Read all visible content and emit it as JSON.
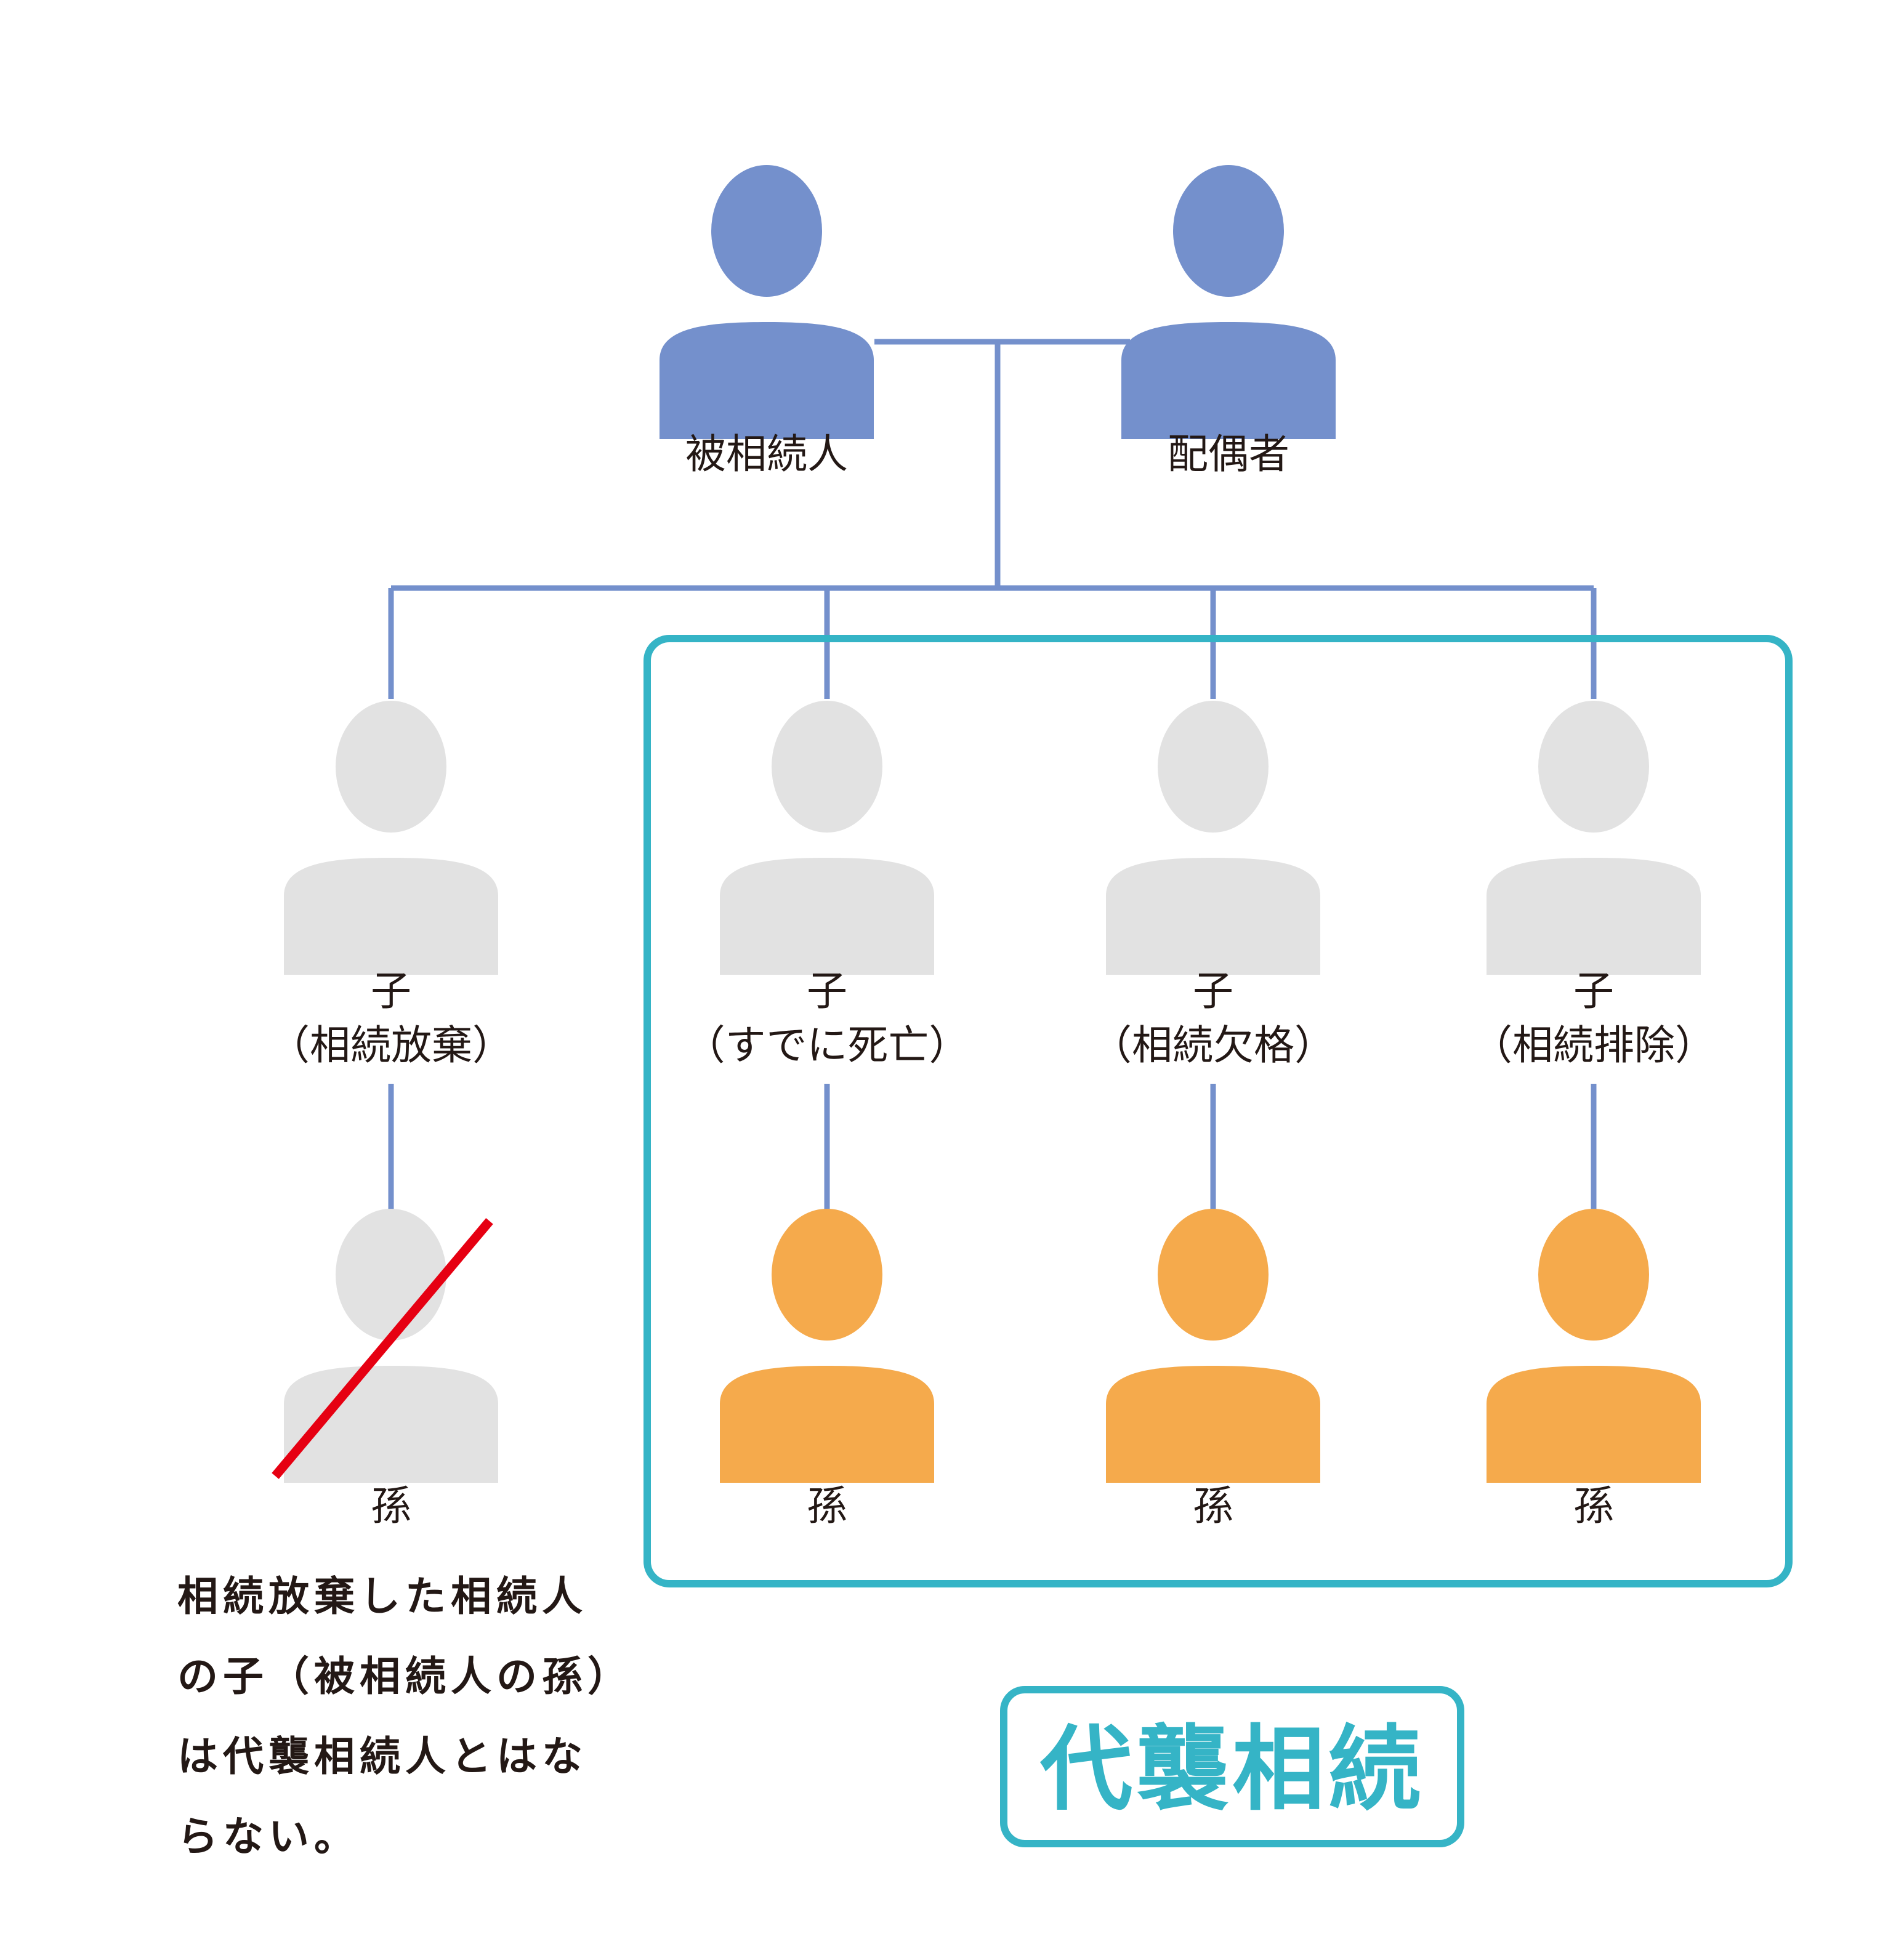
{
  "colors": {
    "parent": "#7490cc",
    "child": "#e2e2e2",
    "grandchild": "#f5aa4c",
    "line": "#7490cc",
    "accent": "#35b4c6",
    "cross": "#e60012"
  },
  "parents": {
    "decedent_label": "被相続人",
    "spouse_label": "配偶者"
  },
  "children": [
    {
      "label": "子",
      "status": "（相続放棄）"
    },
    {
      "label": "子",
      "status": "（すでに死亡）"
    },
    {
      "label": "子",
      "status": "（相続欠格）"
    },
    {
      "label": "子",
      "status": "（相続排除）"
    }
  ],
  "grandchildren": [
    {
      "label": "孫",
      "crossed": true
    },
    {
      "label": "孫",
      "crossed": false
    },
    {
      "label": "孫",
      "crossed": false
    },
    {
      "label": "孫",
      "crossed": false
    }
  ],
  "note": {
    "lines": [
      "相続放棄した相続人",
      "の子（被相続人の孫）",
      "は代襲相続人とはな",
      "らない。"
    ]
  },
  "badge": {
    "label": "代襲相続"
  }
}
